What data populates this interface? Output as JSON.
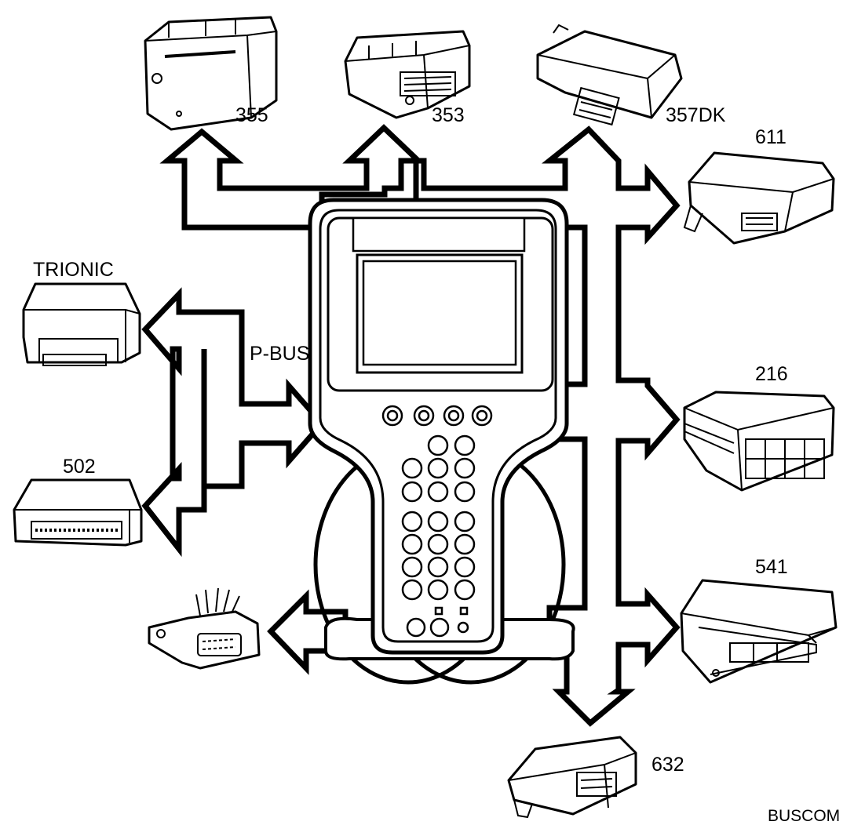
{
  "diagram": {
    "bus_label": "P-BUS",
    "footer_code": "BUSCOM",
    "modules": {
      "m355": "355",
      "m353": "353",
      "m357dk": "357DK",
      "m611": "611",
      "m216": "216",
      "m541": "541",
      "m632": "632",
      "trionic": "TRIONIC",
      "m502": "502"
    }
  }
}
